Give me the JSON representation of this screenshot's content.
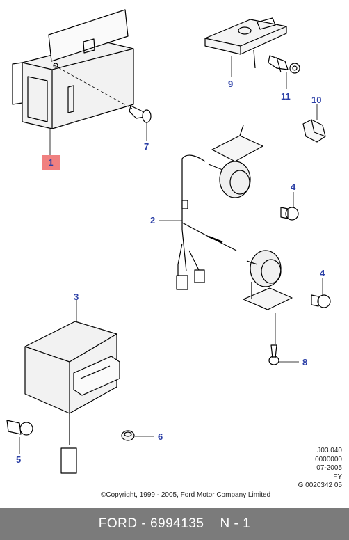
{
  "callouts": {
    "c1": "1",
    "c2": "2",
    "c3": "3",
    "c4a": "4",
    "c4b": "4",
    "c5": "5",
    "c6": "6",
    "c7": "7",
    "c8": "8",
    "c9": "9",
    "c10": "10",
    "c11": "11"
  },
  "highlight_color": "#f08080",
  "callout_color": "#2b3fa6",
  "reference_code": {
    "line1": "J03.040",
    "line2": "0000000",
    "line3": "07-2005",
    "line4": "FY",
    "line5": "G 0020342 05"
  },
  "copyright": "©Copyright, 1999 - 2005, Ford Motor Company Limited",
  "footer": {
    "text": "FORD - 6994135    N - 1",
    "background": "#7b7b7b"
  }
}
